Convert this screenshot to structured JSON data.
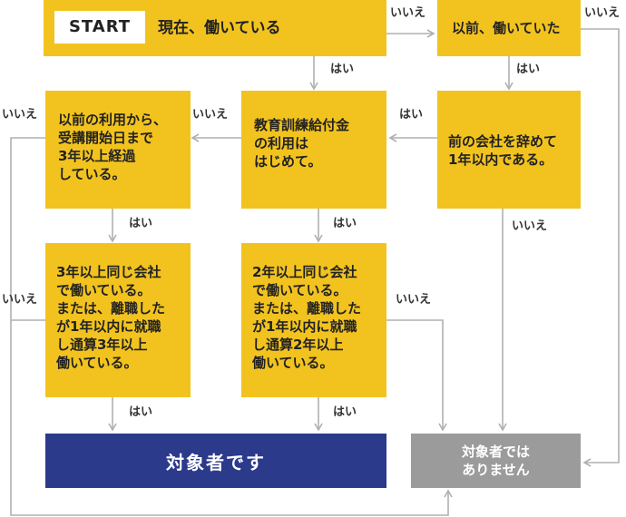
{
  "start": {
    "tag": "START",
    "question": "現在、働いている"
  },
  "nodes": {
    "previously_working": "以前、働いていた",
    "quit_within_year": "前の会社を辞めて\n1年以内である。",
    "first_time_benefit": "教育訓練給付金\nの利用は\nはじめて。",
    "three_years_since": "以前の利用から、\n受講開始日まで\n3年以上経過\nしている。",
    "two_years_same": "2年以上同じ会社\nで働いている。\nまたは、離職した\nが1年以内に就職\nし通算2年以上\n働いている。",
    "three_years_same": "3年以上同じ会社\nで働いている。\nまたは、離職した\nが1年以内に就職\nし通算3年以上\n働いている。"
  },
  "results": {
    "eligible": "対象者です",
    "not_eligible": "対象者では\nありません"
  },
  "labels": {
    "yes": "はい",
    "no": "いいえ"
  },
  "colors": {
    "question_box": "#f2c31f",
    "eligible_box": "#2c3a8c",
    "not_eligible_box": "#9b9b9b",
    "connector": "#b0b0b0"
  }
}
